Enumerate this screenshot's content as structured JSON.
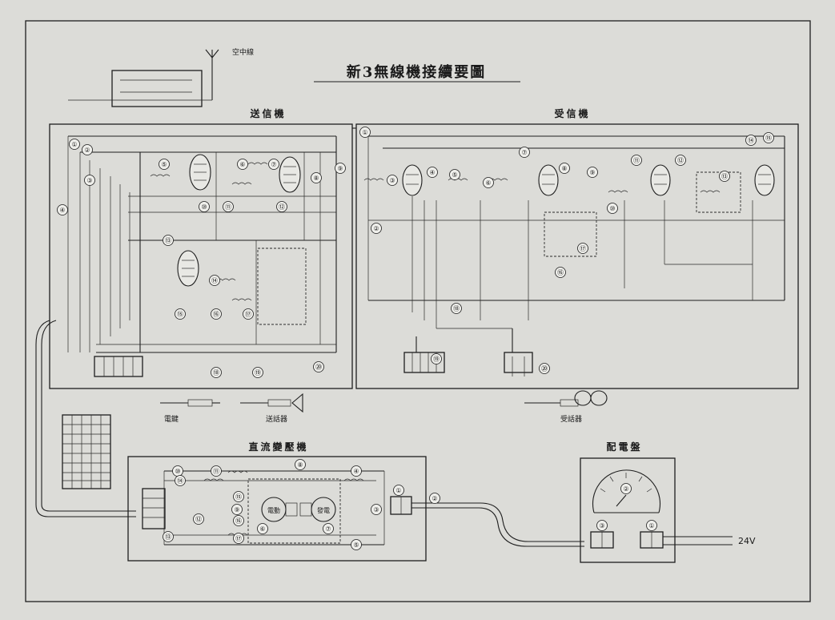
{
  "diagram": {
    "title": "新3無線機接續要圖",
    "sections": {
      "transmitter": "送信機",
      "receiver": "受信機",
      "dc_converter": "直流變壓機",
      "switchboard": "配電盤"
    },
    "labels": {
      "antenna": "空中線",
      "key": "電鍵",
      "microphone": "送話器",
      "headphones": "受話器",
      "motor": "電動",
      "generator": "發電",
      "voltage": "24V"
    },
    "colors": {
      "paper": "#dcdcd8",
      "ink": "#1e1e1e"
    },
    "markers": {
      "dc_converter": [
        "①",
        "②",
        "③",
        "④",
        "⑤",
        "⑥",
        "⑦",
        "⑧",
        "⑨",
        "⑩",
        "⑪",
        "⑫",
        "⑬",
        "⑭",
        "⑮",
        "⑯",
        "⑰"
      ],
      "switchboard": [
        "①",
        "②",
        "③"
      ],
      "transmitter": [
        "①",
        "②",
        "③",
        "④",
        "⑤",
        "⑥",
        "⑦",
        "⑧",
        "⑨",
        "⑩",
        "⑪",
        "⑫",
        "⑬",
        "⑭",
        "⑮",
        "⑯",
        "⑰",
        "⑱",
        "⑲",
        "⑳"
      ],
      "receiver": [
        "①",
        "②",
        "③",
        "④",
        "⑤",
        "⑥",
        "⑦",
        "⑧",
        "⑨",
        "⑩",
        "⑪",
        "⑫",
        "⑬",
        "⑭",
        "⑮",
        "⑯",
        "⑰",
        "⑱",
        "⑲",
        "⑳"
      ]
    }
  }
}
